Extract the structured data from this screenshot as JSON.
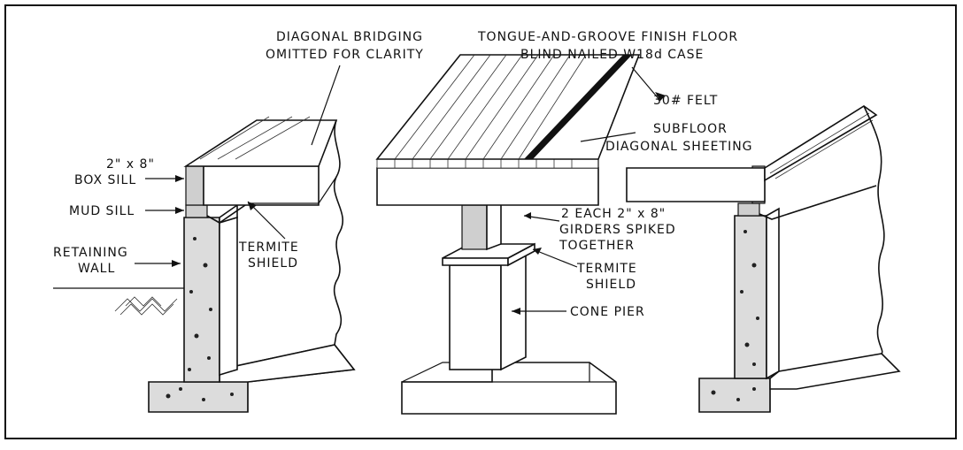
{
  "labels": {
    "diagonal_bridging_1": "DIAGONAL BRIDGING",
    "diagonal_bridging_2": "OMITTED FOR CLARITY",
    "tongue_groove_1": "TONGUE-AND-GROOVE FINISH FLOOR",
    "tongue_groove_2": "BLIND NAILED W18d CASE",
    "felt": "30# FELT",
    "box_sill_1": "2\" x 8\"",
    "box_sill_2": "BOX SILL",
    "mud_sill": "MUD SILL",
    "retaining_wall_1": "RETAINING",
    "retaining_wall_2": "WALL",
    "termite_shield_left_1": "TERMITE",
    "termite_shield_left_2": "SHIELD",
    "subfloor_1": "SUBFLOOR",
    "subfloor_2": "DIAGONAL SHEETING",
    "girders_1": "2 EACH 2\" x 8\"",
    "girders_2": "GIRDERS SPIKED",
    "girders_3": "TOGETHER",
    "termite_shield_mid_1": "TERMITE",
    "termite_shield_mid_2": "SHIELD",
    "cone_pier": "CONE PIER"
  }
}
